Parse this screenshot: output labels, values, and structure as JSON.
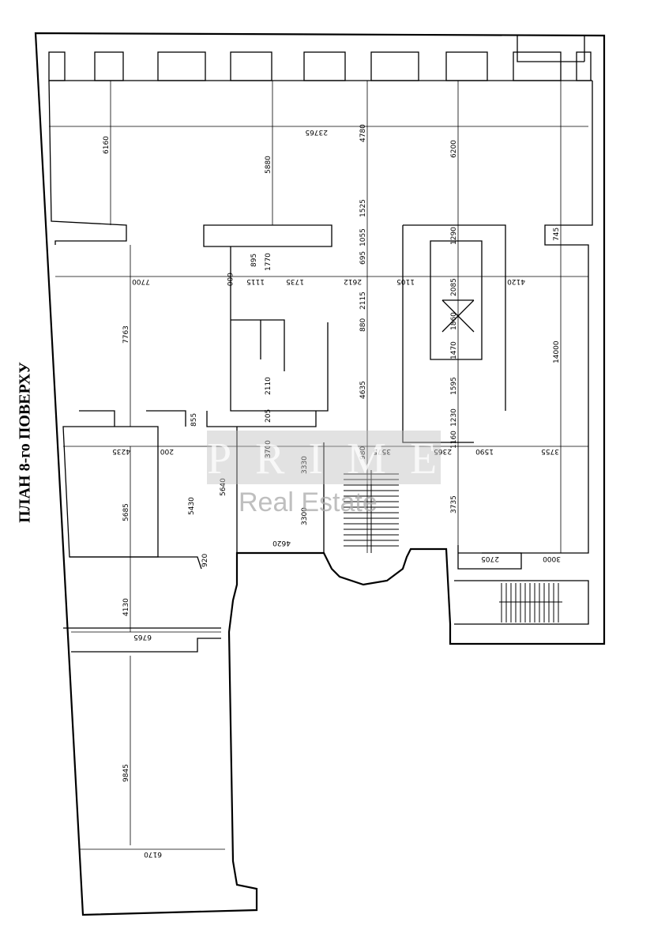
{
  "plan": {
    "title": "ПЛАН 8-го ПОВЕРХУ",
    "watermark_brand": "PRIME",
    "watermark_sub": "Real Estate"
  },
  "dimensions": [
    {
      "id": "d1",
      "text": "23765"
    },
    {
      "id": "d2",
      "text": "6160"
    },
    {
      "id": "d3",
      "text": "5880"
    },
    {
      "id": "d4",
      "text": "4780"
    },
    {
      "id": "d5",
      "text": "6200"
    },
    {
      "id": "d6",
      "text": "1525"
    },
    {
      "id": "d7",
      "text": "1055"
    },
    {
      "id": "d8",
      "text": "695"
    },
    {
      "id": "d9",
      "text": "1290"
    },
    {
      "id": "d10",
      "text": "745"
    },
    {
      "id": "d11",
      "text": "895"
    },
    {
      "id": "d12",
      "text": "1770"
    },
    {
      "id": "d13",
      "text": "600"
    },
    {
      "id": "d14",
      "text": "7700"
    },
    {
      "id": "d15",
      "text": "1115"
    },
    {
      "id": "d16",
      "text": "1735"
    },
    {
      "id": "d17",
      "text": "2612"
    },
    {
      "id": "d18",
      "text": "1105"
    },
    {
      "id": "d19",
      "text": "2085"
    },
    {
      "id": "d20",
      "text": "4120"
    },
    {
      "id": "d21",
      "text": "2115"
    },
    {
      "id": "d22",
      "text": "880"
    },
    {
      "id": "d23",
      "text": "1860"
    },
    {
      "id": "d24",
      "text": "7763"
    },
    {
      "id": "d25",
      "text": "1470"
    },
    {
      "id": "d26",
      "text": "14000"
    },
    {
      "id": "d27",
      "text": "2110"
    },
    {
      "id": "d28",
      "text": "4635"
    },
    {
      "id": "d29",
      "text": "1595"
    },
    {
      "id": "d30",
      "text": "1230"
    },
    {
      "id": "d31",
      "text": "205"
    },
    {
      "id": "d32",
      "text": "855"
    },
    {
      "id": "d33",
      "text": "1160"
    },
    {
      "id": "d34",
      "text": "4235"
    },
    {
      "id": "d35",
      "text": "200"
    },
    {
      "id": "d36",
      "text": "3575"
    },
    {
      "id": "d37",
      "text": "2365"
    },
    {
      "id": "d38",
      "text": "1590"
    },
    {
      "id": "d39",
      "text": "3755"
    },
    {
      "id": "d40",
      "text": "980"
    },
    {
      "id": "d41",
      "text": "3700"
    },
    {
      "id": "d42",
      "text": "3330"
    },
    {
      "id": "d43",
      "text": "5685"
    },
    {
      "id": "d44",
      "text": "5430"
    },
    {
      "id": "d45",
      "text": "5640"
    },
    {
      "id": "d46",
      "text": "3735"
    },
    {
      "id": "d47",
      "text": "3300"
    },
    {
      "id": "d48",
      "text": "4620"
    },
    {
      "id": "d49",
      "text": "2705"
    },
    {
      "id": "d50",
      "text": "3000"
    },
    {
      "id": "d51",
      "text": "920"
    },
    {
      "id": "d52",
      "text": "4130"
    },
    {
      "id": "d53",
      "text": "6765"
    },
    {
      "id": "d54",
      "text": "9845"
    },
    {
      "id": "d55",
      "text": "6170"
    }
  ]
}
